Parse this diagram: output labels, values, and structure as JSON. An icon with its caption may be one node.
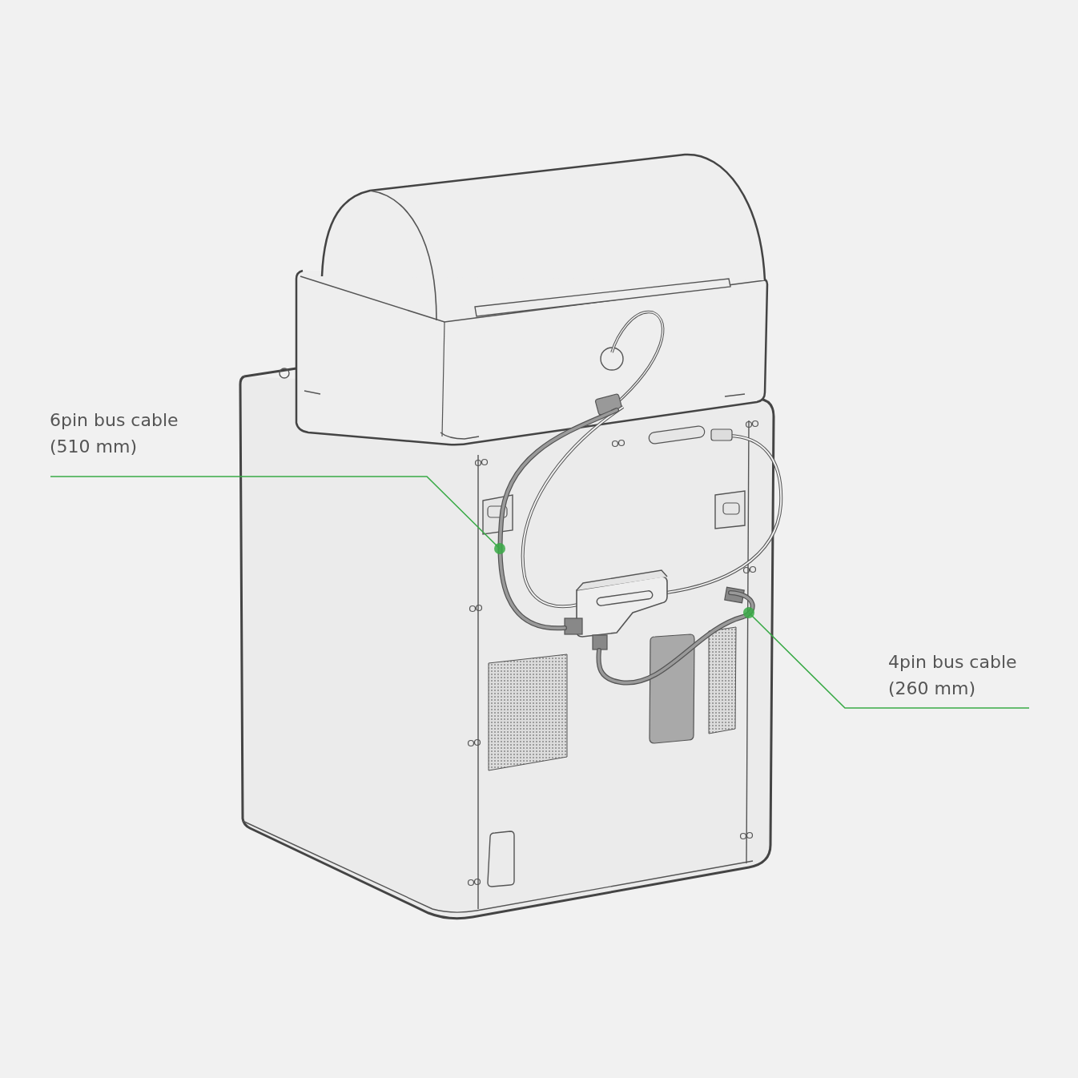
{
  "diagram": {
    "nodes": [
      {
        "text": [
          "6pin bus cable (510 mm)"
        ]
      },
      {
        "text": [],
        "shape": "picture"
      },
      {
        "text": [
          "4pin bus cable (260 mm)"
        ]
      },
      {
        "text": [],
        "shape": "picture"
      }
    ],
    "edges": [
      {
        "from": 0,
        "to": 1,
        "arrow": "other",
        "color": "#3aaa47"
      },
      {
        "from": 2,
        "to": 3,
        "arrow": "other",
        "color": "#3aaa47"
      }
    ]
  }
}
